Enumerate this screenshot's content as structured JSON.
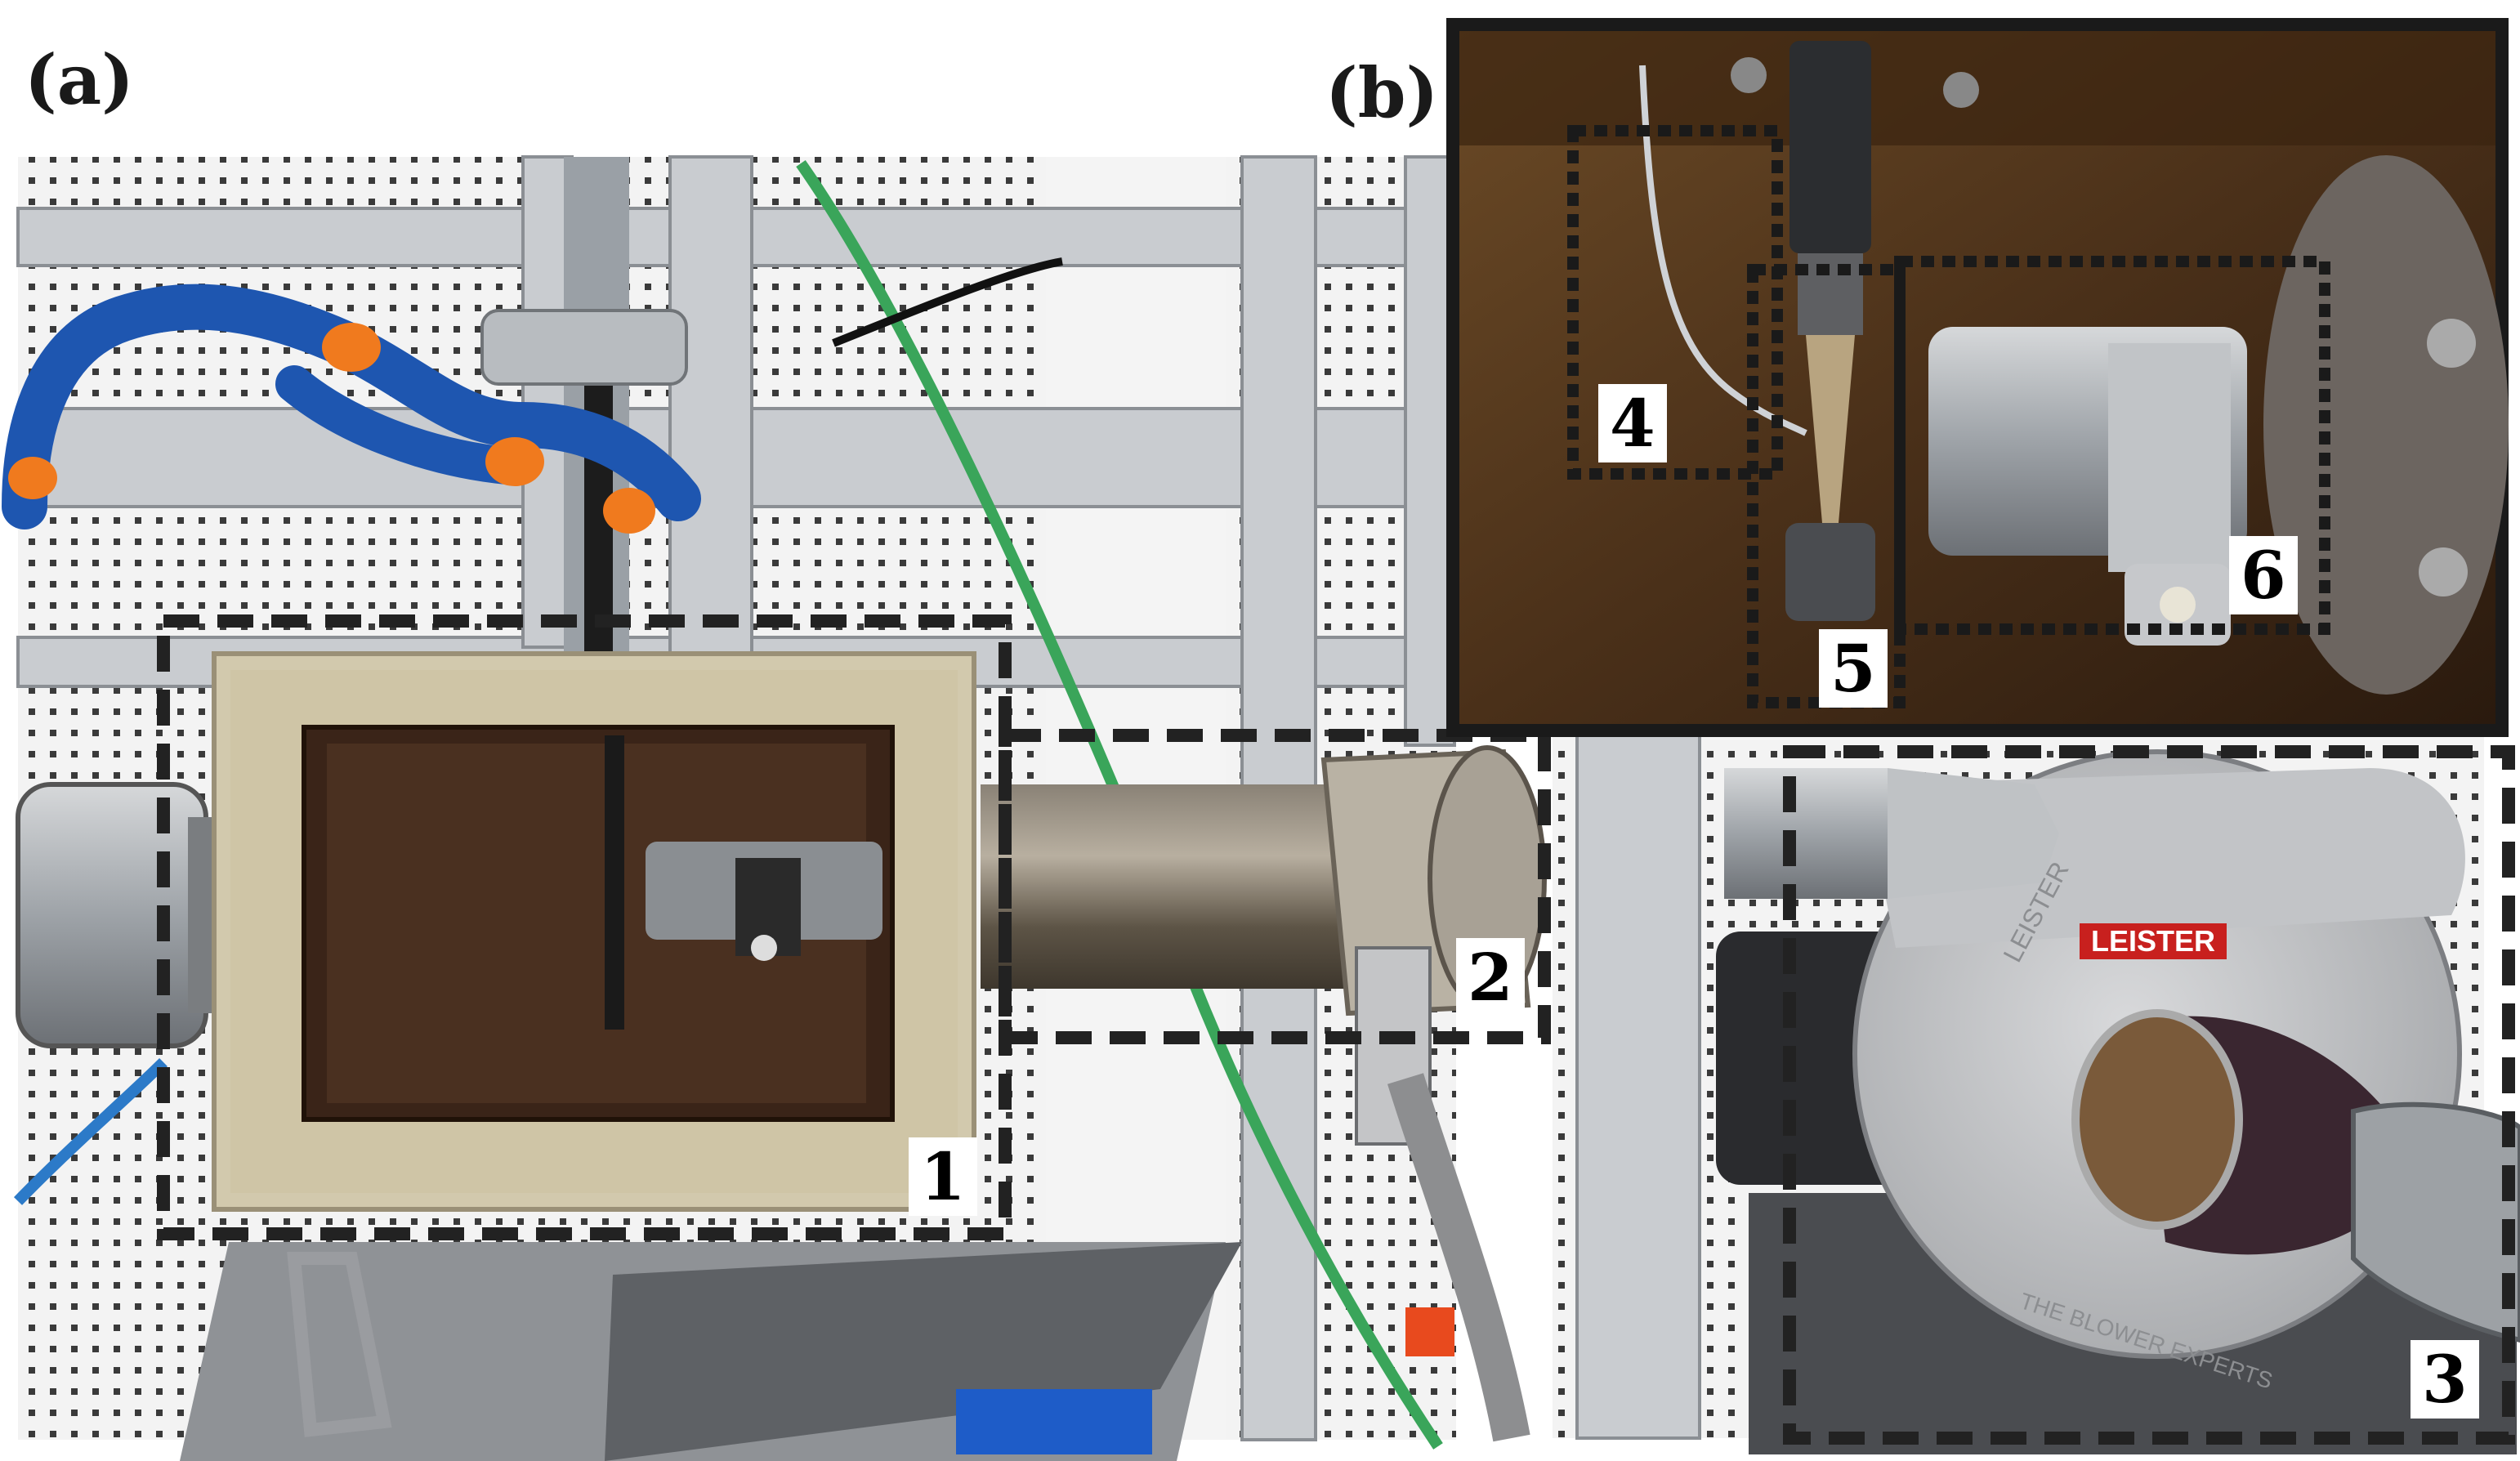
{
  "figure": {
    "panel_labels": {
      "a": "(a)",
      "b": "(b)"
    },
    "callouts": [
      "1",
      "2",
      "3",
      "4",
      "5",
      "6"
    ],
    "blower_brand": "LEISTER",
    "blower_housing_text_top": "LEISTER",
    "blower_housing_text_bottom": "THE BLOWER EXPERTS"
  },
  "colors": {
    "background": "#ffffff",
    "perforated_panel": "#f2f2f2",
    "cable_green": "#3aa55a",
    "hose_blue": "#1e56b0",
    "hose_orange": "#f07a1e",
    "furnace_interior": "#3a2418",
    "insulation": "#d2c9ad",
    "inset_frame": "#1a1a1a",
    "dashed_box": "#222222",
    "brand_red": "#c8201e"
  }
}
